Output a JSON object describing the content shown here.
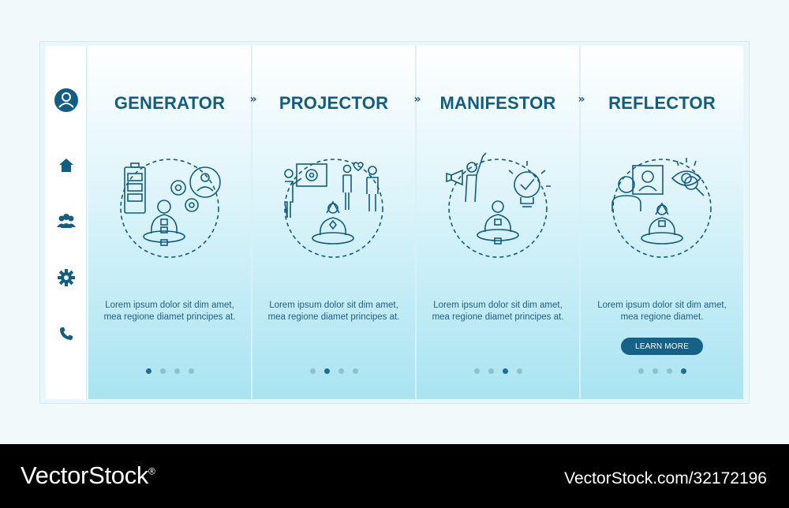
{
  "sidebar": {
    "items": [
      {
        "icon": "user-icon"
      },
      {
        "icon": "home-icon"
      },
      {
        "icon": "group-icon"
      },
      {
        "icon": "gear-icon"
      },
      {
        "icon": "phone-icon"
      }
    ]
  },
  "screens": [
    {
      "title": "GENERATOR",
      "text": "Lorem ipsum dolor sit dim amet, mea regione diamet principes at.",
      "active_dot": 1
    },
    {
      "title": "PROJECTOR",
      "text": "Lorem ipsum dolor sit dim amet, mea regione diamet principes at.",
      "active_dot": 2
    },
    {
      "title": "MANIFESTOR",
      "text": "Lorem ipsum dolor sit dim amet, mea regione diamet principes at.",
      "active_dot": 3
    },
    {
      "title": "REFLECTOR",
      "text": "Lorem ipsum dolor sit dim amet, mea regione diamet.",
      "active_dot": 4,
      "button_label": "LEARN MORE"
    }
  ],
  "chevron_glyph": "»",
  "watermark": {
    "brand": "VectorStock",
    "registered": "®",
    "id": "VectorStock.com/32172196"
  },
  "colors": {
    "accent": "#125d82",
    "button": "#166287",
    "gradient_end": "#a9e4f1"
  }
}
